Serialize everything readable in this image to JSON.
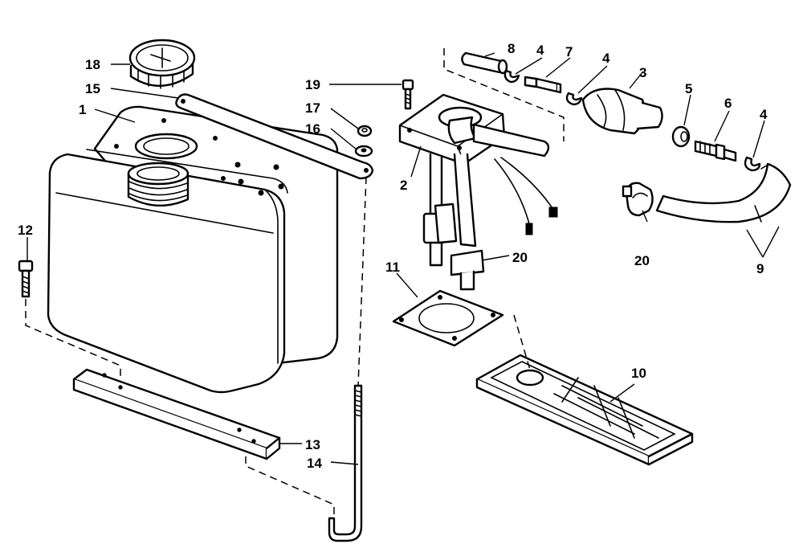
{
  "callouts": {
    "c1": "1",
    "c2": "2",
    "c3": "3",
    "c4a": "4",
    "c4b": "4",
    "c4c": "4",
    "c5": "5",
    "c6": "6",
    "c7": "7",
    "c8": "8",
    "c9": "9",
    "c10": "10",
    "c11": "11",
    "c12": "12",
    "c13": "13",
    "c14": "14",
    "c15": "15",
    "c16": "16",
    "c17": "17",
    "c18": "18",
    "c19": "19",
    "c20a": "20",
    "c20b": "20"
  }
}
